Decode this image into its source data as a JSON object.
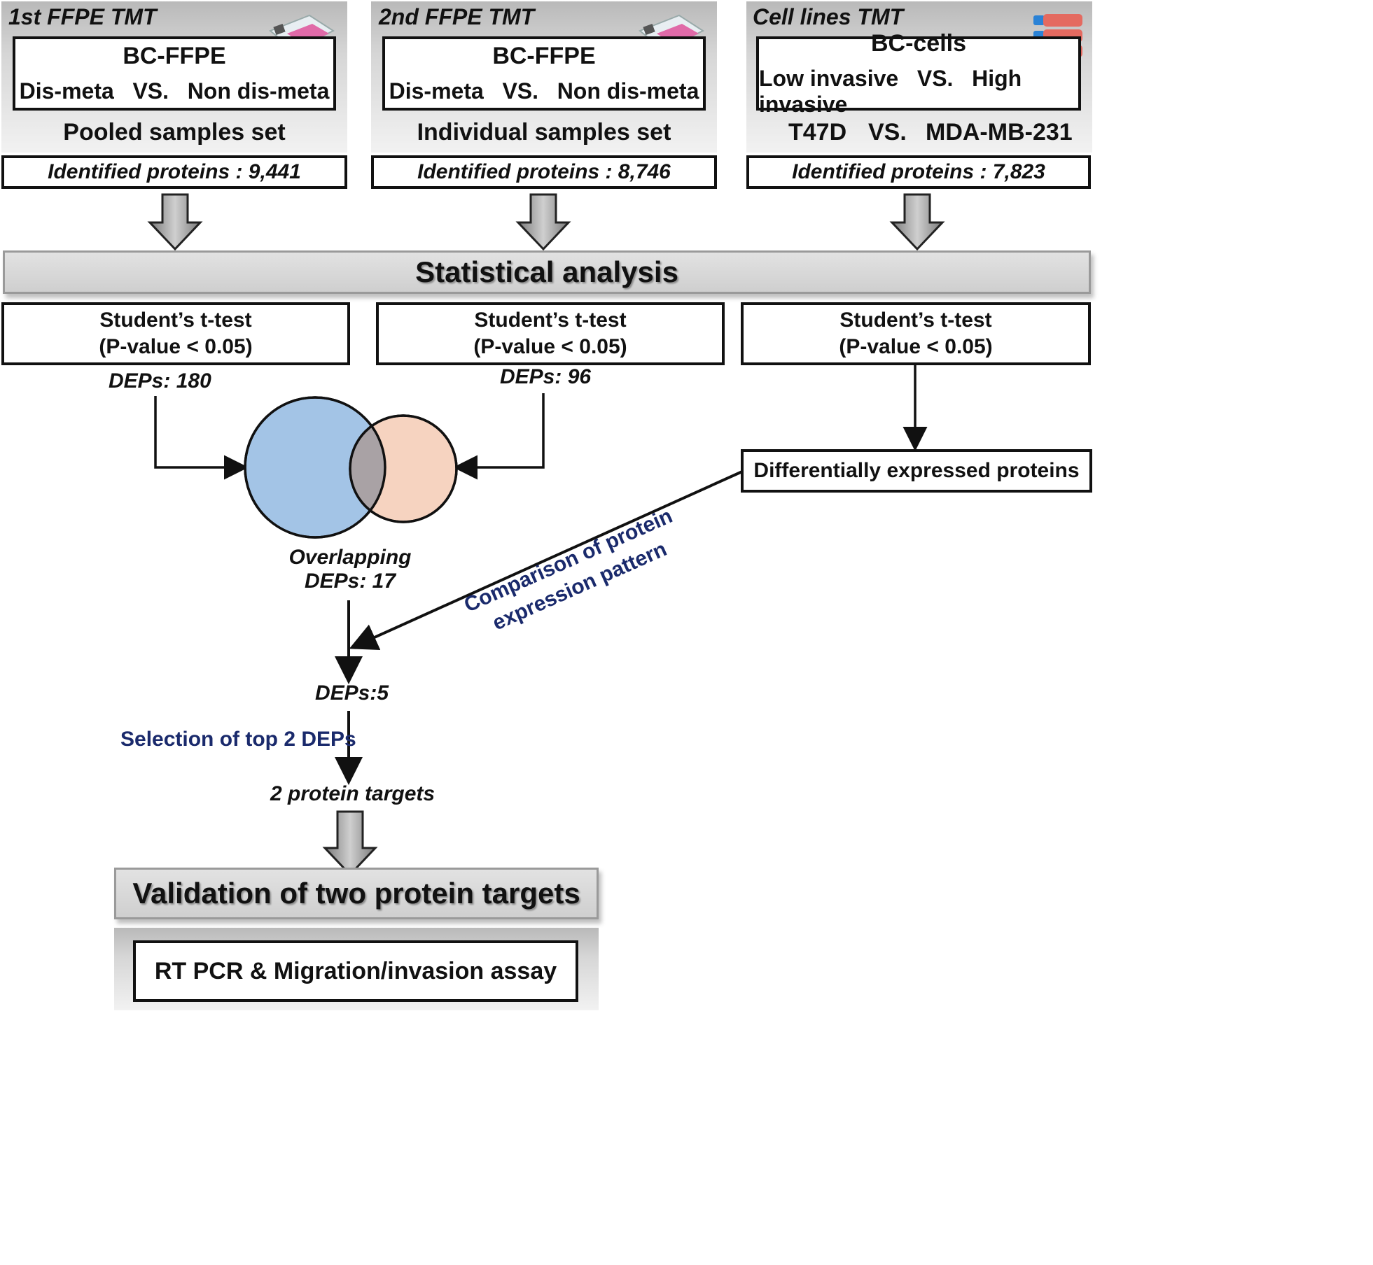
{
  "panels": [
    {
      "title": "1st FFPE TMT",
      "box_title": "BC-FFPE",
      "box_left": "Dis-meta",
      "box_vs": "VS.",
      "box_right": "Non dis-meta",
      "sample_set": "Pooled samples set",
      "identified": "Identified proteins : 9,441"
    },
    {
      "title": "2nd FFPE TMT",
      "box_title": "BC-FFPE",
      "box_left": "Dis-meta",
      "box_vs": "VS.",
      "box_right": "Non dis-meta",
      "sample_set": "Individual samples set",
      "identified": "Identified proteins : 8,746"
    },
    {
      "title": "Cell lines TMT",
      "box_title": "BC-cells",
      "box_left": "Low invasive",
      "box_vs": "VS.",
      "box_right": "High invasive",
      "line_left": "T47D",
      "line_vs": "VS.",
      "line_right": "MDA-MB-231",
      "identified": "Identified proteins : 7,823"
    }
  ],
  "statistical_analysis": "Statistical analysis",
  "tests": [
    {
      "line1": "Student’s t-test",
      "line2": "(P-value < 0.05)",
      "deps": "DEPs: 180"
    },
    {
      "line1": "Student’s t-test",
      "line2": "(P-value < 0.05)",
      "deps": "DEPs: 96"
    },
    {
      "line1": "Student’s t-test",
      "line2": "(P-value < 0.05)"
    }
  ],
  "differentially_expressed": "Differentially  expressed  proteins",
  "comparison_line1": "Comparison  of  protein",
  "comparison_line2": "expression  pattern",
  "overlap_line1": "Overlapping",
  "overlap_line2": "DEPs: 17",
  "deps5": "DEPs:5",
  "selection": "Selection  of  top  2  DEPs",
  "targets": "2  protein  targets",
  "validation": "Validation of two protein targets",
  "assay": "RT PCR & Migration/invasion assay",
  "colors": {
    "venn_left": "#a3c4e6",
    "venn_right": "#f6d3c0",
    "venn_overlap": "#a9a2a5",
    "accent_text": "#1a2a6c"
  }
}
